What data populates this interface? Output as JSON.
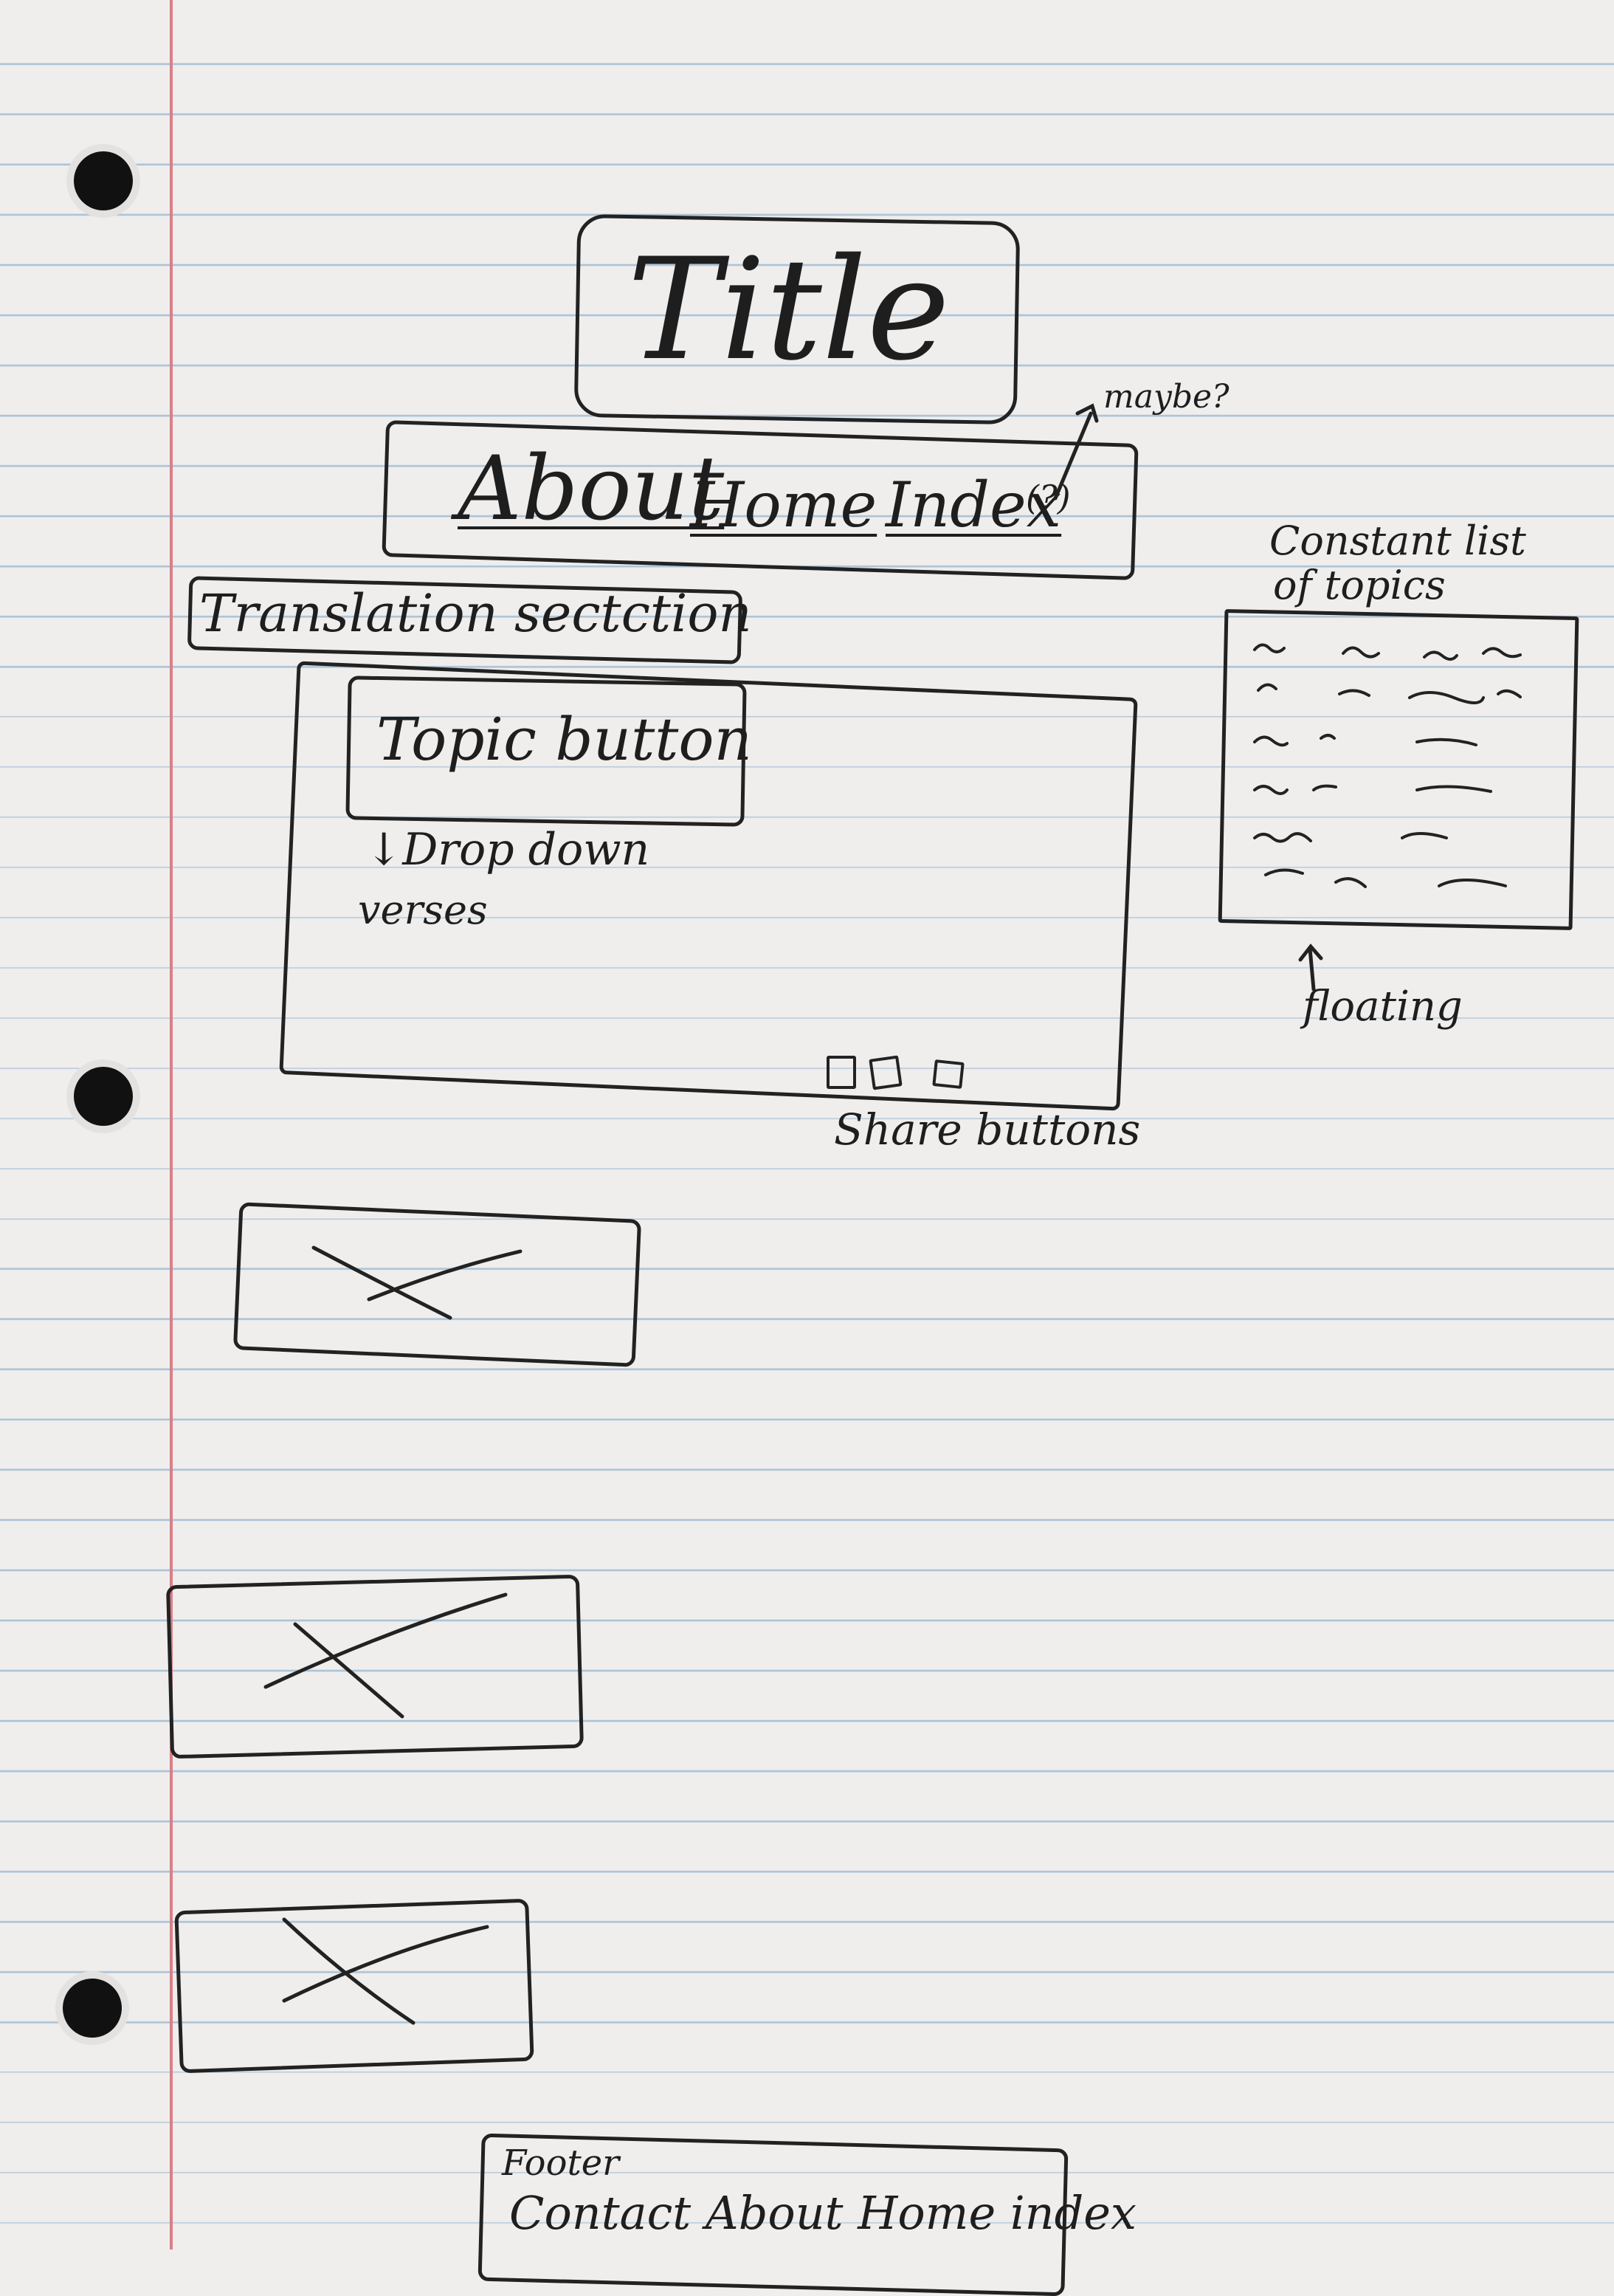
{
  "title": "Title",
  "nav": {
    "items": [
      "About",
      "Home",
      "Index"
    ],
    "note": "(?)",
    "annotation": "maybe?"
  },
  "translation_section": "Translation sectction",
  "topic": {
    "button": "Topic button",
    "dropdown_line1": "Drop down",
    "dropdown_line2": "verses"
  },
  "share": {
    "label": "Share buttons"
  },
  "topics_panel": {
    "label_line1": "Constant list",
    "label_line2": "of topics",
    "annotation": "floating"
  },
  "footer": {
    "label": "Footer",
    "links": "Contact About Home index"
  },
  "colors": {
    "ink": "#1e1e1e",
    "paper": "#efeeed",
    "rule": "#a9c2d6",
    "margin": "#d97f86"
  }
}
